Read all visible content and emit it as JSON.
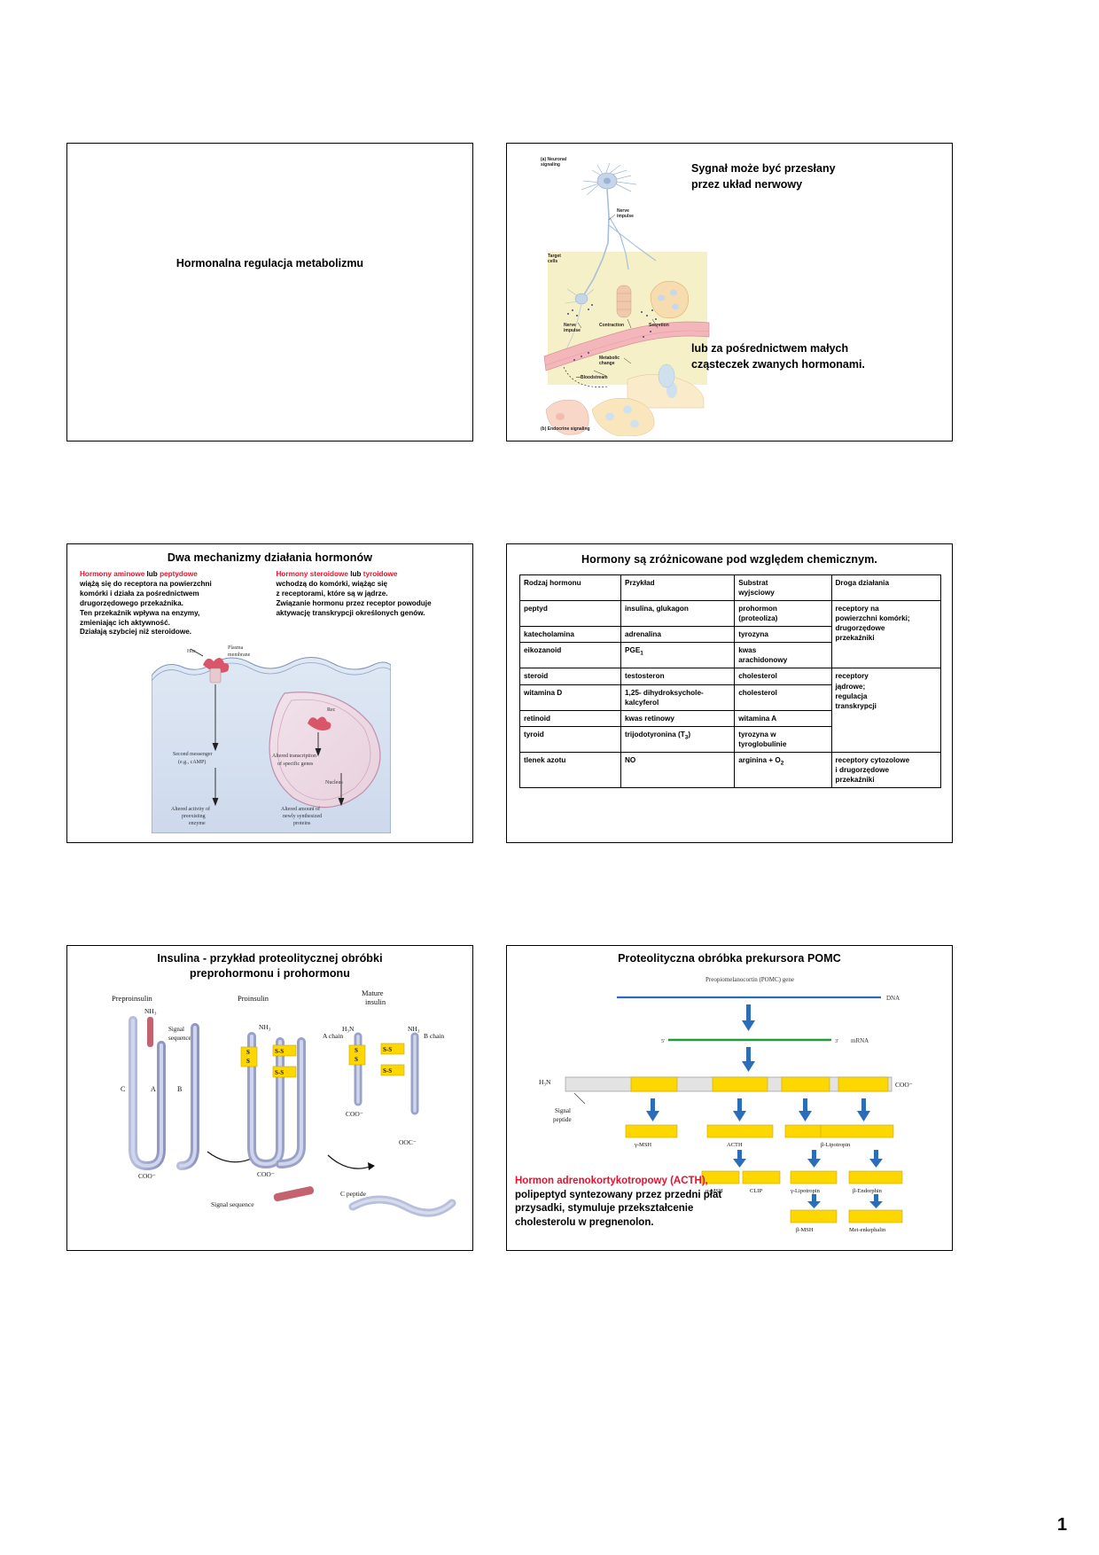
{
  "document": {
    "page_number": "1"
  },
  "slide1": {
    "title": "Hormonalna regulacja metabolizmu"
  },
  "slide2": {
    "text_top": "Sygnał może być przesłany\nprzez układ nerwowy",
    "text_top_line1": "Sygnał może być przesłany",
    "text_top_line2": "przez układ nerwowy",
    "text_bottom_line1": "lub za pośrednictwem małych",
    "text_bottom_line2": "cząsteczek zwanych hormonami.",
    "figure_labels": {
      "a_neuronal": "(a)  Neuronal\nsignaling",
      "a_neuronal_l1": "(a)  Neuronal",
      "a_neuronal_l2": "signaling",
      "nerve_impulse_top_l1": "Nerve",
      "nerve_impulse_top_l2": "impulse",
      "target_cells_l1": "Target",
      "target_cells_l2": "cells",
      "nerve_impulse_l1": "Nerve",
      "nerve_impulse_l2": "impulse",
      "contraction": "Contraction",
      "secretion": "Secretion",
      "metabolic_l1": "Metabolic",
      "metabolic_l2": "change",
      "bloodstream": "Bloodstream",
      "b_endocrine": "(b)  Endocrine signaling"
    }
  },
  "slide3": {
    "title": "Dwa mechanizmy działania hormonów",
    "left_column": {
      "head_red_1": "Hormony aminowe",
      "head_black": " lub ",
      "head_red_2": "peptydowe",
      "lines": [
        "wiążą się do receptora na powierzchni",
        "komórki i działa za pośrednictwem",
        "drugorzędowego przekaźnika.",
        "Ten przekaźnik wpływa na enzymy,",
        "zmieniając ich aktywność.",
        "Działają szybciej niż steroidowe."
      ]
    },
    "right_column": {
      "head_red_1": "Hormony steroidowe",
      "head_black": " lub ",
      "head_red_2": "tyroidowe",
      "lines": [
        "wchodzą do komórki, wiążąc się",
        "z receptorami, które są w jądrze.",
        "Związanie hormonu przez receptor powoduje",
        "aktywację transkrypcji określonych genów."
      ]
    },
    "figure_labels": {
      "hor": "Hor",
      "plasma_l1": "Plasma",
      "plasma_l2": "membrane",
      "rec": "Rec",
      "second_messenger_l1": "Second messenger",
      "second_messenger_l2": "(e.g., cAMP)",
      "altered_transcription_l1": "Altered transcription",
      "altered_transcription_l2": "of specific genes",
      "nucleus": "Nucleus",
      "altered_activity_l1": "Altered activity of",
      "altered_activity_l2": "preexisting",
      "altered_activity_l3": "enzyme",
      "altered_amount_l1": "Altered amount of",
      "altered_amount_l2": "newly synthesized",
      "altered_amount_l3": "proteins"
    }
  },
  "slide4": {
    "title": "Hormony są zróżnicowane pod względem chemicznym.",
    "table": {
      "headers": [
        "Rodzaj hormonu",
        "Przykład",
        "Substrat wyjsciowy",
        "Droga działania"
      ],
      "header_substrat_l1": "Substrat",
      "header_substrat_l2": "wyjsciowy",
      "rows": [
        {
          "rodzaj": "peptyd",
          "przyklad": "insulina, glukagon",
          "substrat_l1": "prohormon",
          "substrat_l2": "(proteoliza)"
        },
        {
          "rodzaj": "katecholamina",
          "przyklad": "adrenalina",
          "substrat_l1": "tyrozyna",
          "substrat_l2": ""
        },
        {
          "rodzaj": "eikozanoid",
          "przyklad": "PGE",
          "przyklad_sub": "1",
          "substrat_l1": "kwas",
          "substrat_l2": "arachidonowy"
        },
        {
          "rodzaj": "steroid",
          "przyklad": "testosteron",
          "substrat_l1": "cholesterol",
          "substrat_l2": ""
        },
        {
          "rodzaj": "witamina D",
          "przyklad_l1": "1,25- dihydroksychole-",
          "przyklad_l2": "kalcyferol",
          "substrat_l1": "cholesterol",
          "substrat_l2": ""
        },
        {
          "rodzaj": "retinoid",
          "przyklad": "kwas retinowy",
          "substrat_l1": "witamina A",
          "substrat_l2": ""
        },
        {
          "rodzaj": "tyroid",
          "przyklad": "trijodotyronina (T",
          "przyklad_sub": "3",
          "przyklad_tail": ")",
          "substrat_l1": "tyrozyna w",
          "substrat_l2": "tyroglobulinie"
        },
        {
          "rodzaj": "tlenek azotu",
          "przyklad": "NO",
          "substrat_l1": "arginina + O",
          "substrat_sub": "2",
          "substrat_l2": ""
        }
      ],
      "droga_group1_l1": "receptory na",
      "droga_group1_l2": "powierzchni komórki;",
      "droga_group1_l3": "drugorzędowe",
      "droga_group1_l4": "przekaźniki",
      "droga_group2_l1": "receptory",
      "droga_group2_l2": "jądrowe;",
      "droga_group2_l3": "regulacja",
      "droga_group2_l4": "transkrypcji",
      "droga_group3_l1": "receptory cytozolowe",
      "droga_group3_l2": "i drugorzędowe",
      "droga_group3_l3": "przekaźniki"
    }
  },
  "slide5": {
    "title_l1": "Insulina - przykład proteolitycznej obróbki",
    "title_l2": "preprohormonu i prohormonu",
    "figure_labels": {
      "preproinsulin": "Preproinsulin",
      "proinsulin": "Proinsulin",
      "mature_l1": "Mature",
      "mature_l2": "insulin",
      "nh3_1": "NH₃",
      "nh3_2": "NH₃",
      "h3n": "H₃N",
      "nh3_3": "NH₃",
      "signal_l1": "Signal",
      "signal_l2": "sequence",
      "chain_c": "C",
      "chain_a": "A",
      "chain_b": "B",
      "a_chain": "A chain",
      "b_chain": "B chain",
      "ss_1": "S-S",
      "ss_2": "S-S",
      "ss_3": "S-S",
      "ss_4": "S-S",
      "s": "S",
      "coo_1": "COO⁻",
      "coo_2": "COO⁻",
      "coo_3": "COO⁻",
      "ooc": "OOC⁻",
      "signal_sequence": "Signal sequence",
      "c_peptide": "C peptide"
    }
  },
  "slide6": {
    "title": "Proteolityczna obróbka prekursora POMC",
    "text_red": "Hormon adrenokortykotropowy (ACTH),",
    "text_lines": [
      "polipeptyd syntezowany przez przedni płat",
      "przysadki, stymuluje przekształcenie",
      "cholesterolu w pregnenolon."
    ],
    "figure_labels": {
      "gene": "Preopiomelanocortin (POMC) gene",
      "dna": "DNA",
      "mrna": "mRNA",
      "mrna_5": "5'",
      "mrna_3": "3'",
      "h3n": "H₃N",
      "coo": "COO⁻",
      "signal_l1": "Signal",
      "signal_l2": "peptide",
      "gamma_msh": "γ-MSH",
      "acth": "ACTH",
      "beta_lipotropin": "β-Lipotropin",
      "alpha_msh": "α-MSH",
      "clip": "CLIP",
      "gamma_lipotropin": "γ-Lipotropin",
      "beta_endorphin": "β-Endorphin",
      "beta_msh": "β-MSH",
      "met_enkephalin": "Met-enkephalin"
    }
  },
  "colors": {
    "red": "#e8112d",
    "yellow": "#ffd700",
    "blue_arrow": "#2a6ebb",
    "green": "#1f9b3a"
  }
}
